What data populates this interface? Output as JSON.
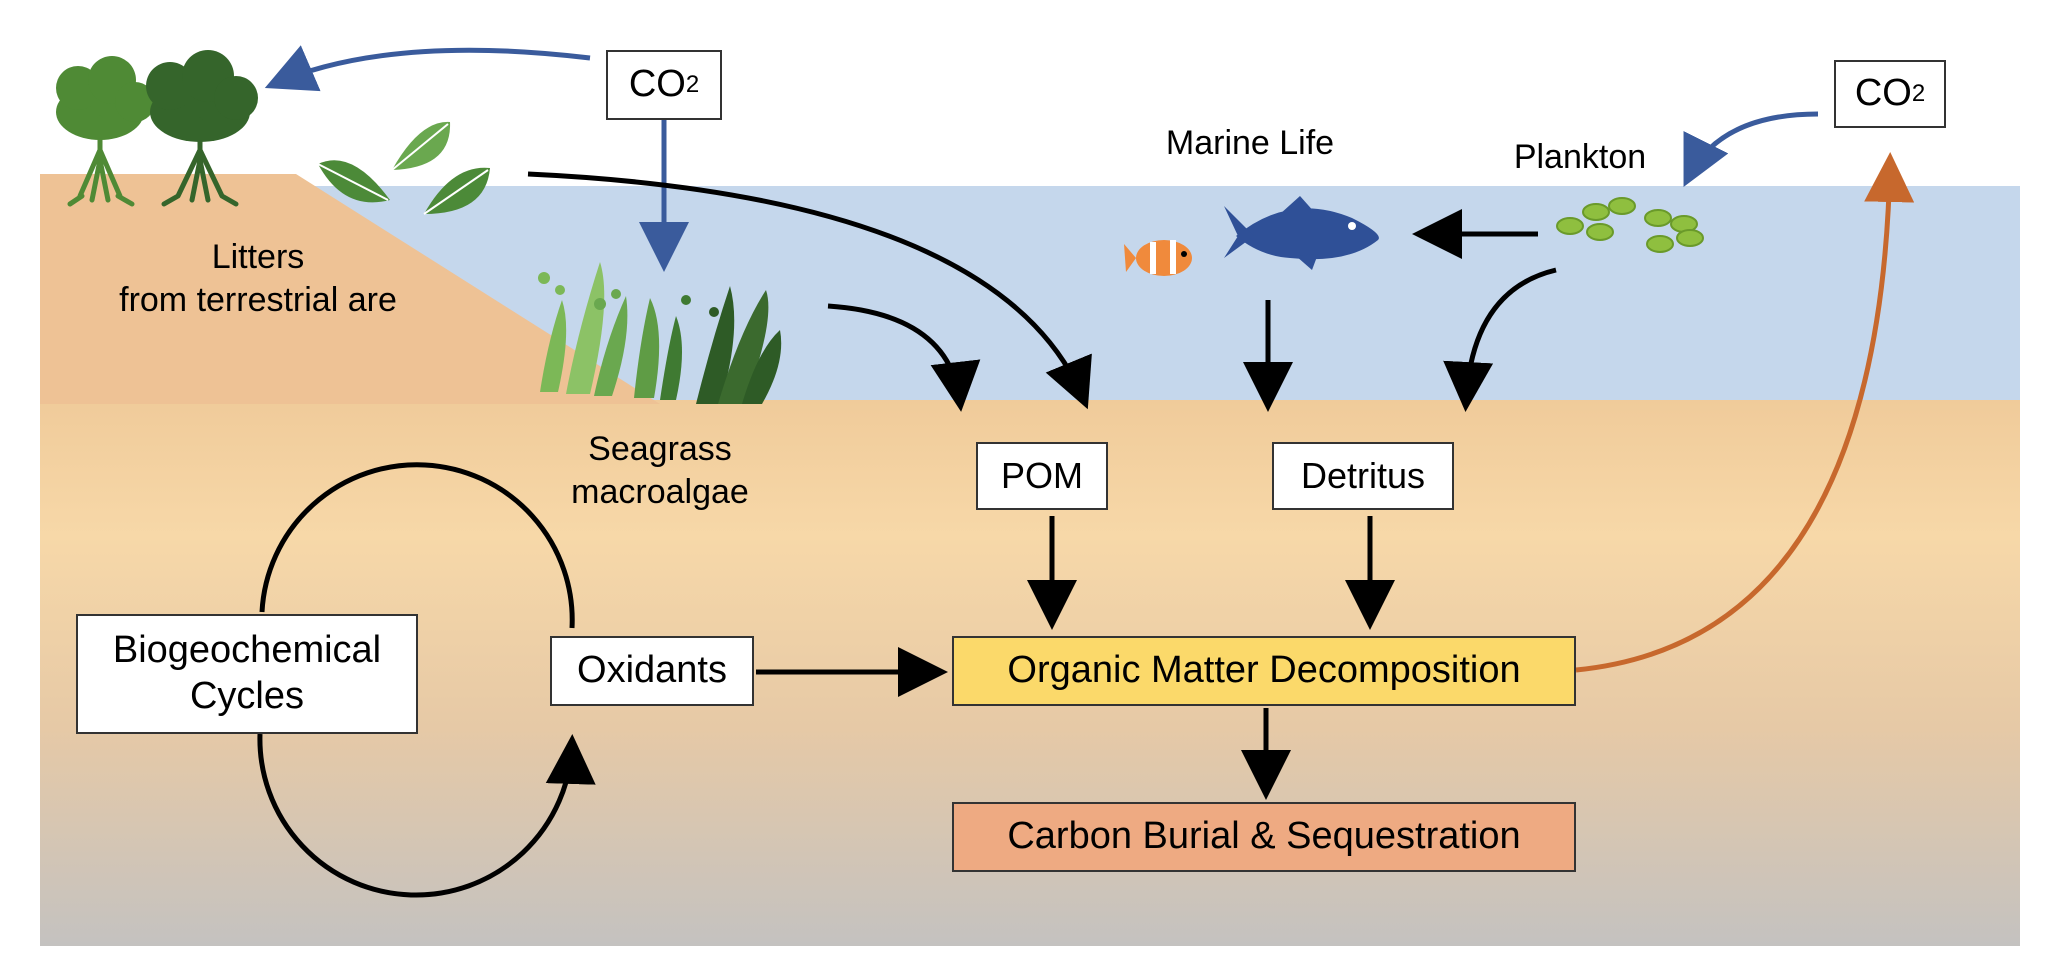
{
  "labels": {
    "co2_left_main": "CO",
    "co2_left_sub": "2",
    "co2_right_main": "CO",
    "co2_right_sub": "2",
    "marine_life": "Marine Life",
    "plankton": "Plankton",
    "litters_line1": "Litters",
    "litters_line2": "from terrestrial are",
    "seagrass_line1": "Seagrass",
    "seagrass_line2": "macroalgae",
    "pom": "POM",
    "detritus": "Detritus",
    "biogeo_line1": "Biogeochemical",
    "biogeo_line2": "Cycles",
    "oxidants": "Oxidants",
    "decomposition": "Organic Matter Decomposition",
    "burial": "Carbon Burial & Sequestration"
  },
  "colors": {
    "water": "#c5d7ec",
    "sediment_top": "#f5d5a5",
    "sediment_bottom": "#c6c4c2",
    "land": "#eec295",
    "co2_arrow": "#3a5b9c",
    "release_arrow": "#c7682d",
    "decomposition_fill": "#fbd96a",
    "burial_fill": "#eeaa82",
    "fish": "#2f5097",
    "clownfish": "#f08a3c",
    "plankton": "#8fbf3f",
    "tree_light": "#4f8a35",
    "tree_dark": "#35652b",
    "leaf": "#4c8a38",
    "seagrass_light": "#7cb857",
    "seagrass_dark": "#2e5b26"
  },
  "icons": [
    "mangrove-tree-icon",
    "leaf-icon",
    "seagrass-icon",
    "fish-icon",
    "clownfish-icon",
    "plankton-icon"
  ]
}
